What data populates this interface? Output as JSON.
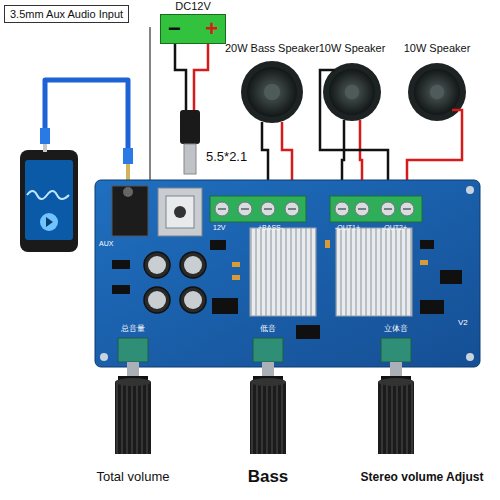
{
  "diagram": {
    "nodes": [
      {
        "text": [
          "3.5mm Aux Audio Input"
        ]
      },
      {
        "text": [
          "−",
          "+"
        ]
      }
    ],
    "labels": [
      "DC12V",
      "5.5*2.1",
      "20W Bass Speaker",
      "10W Speaker",
      "10W Speaker",
      "AUX",
      "12V",
      "+BASS-",
      "-OUT1+",
      "-OUT2+",
      "V2",
      "总音量",
      "低音",
      "立体音",
      "Total volume",
      "Bass",
      "Stereo volume Adjust"
    ]
  }
}
